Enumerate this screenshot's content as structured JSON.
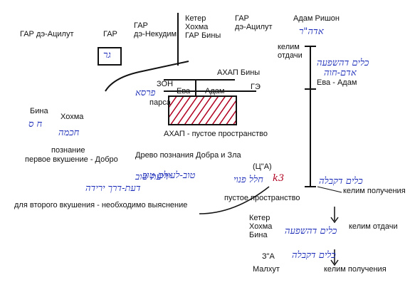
{
  "labels": {
    "gar_atzilut_left": "ГАР дэ-Ацилут",
    "gar_box": "ГАР",
    "gar_nekudim": "ГАР\nдэ-Некудим",
    "keter_hochma_gar_bina": "Кетер\nХохма\nГАР Бины",
    "gar_atzilut_right": "ГАР\nдэ-Ацилут",
    "adam_rishon": "Адам Ришон",
    "kelim_otdachi_top": "келим\nотдачи",
    "zon": "ЗОН",
    "ahap_biny": "АХАП Бины",
    "eva_cell": "Ева",
    "adam_cell": "Адам",
    "ge": "ГЭ",
    "eva_adam": "Ева - Адам",
    "parsa": "парса",
    "ahap_empty": "АХАП - пустое пространство",
    "bina": "Бина",
    "hochma": "Хохма",
    "poznanie": "познание",
    "first_taste": "первое вкушение - Добро",
    "tree": "Древо познания Добра и Зла",
    "tsa": "(Ц\"А)",
    "empty_space": "пустое пространство",
    "kelim_receiving_mid": "келим получения",
    "second_taste": "для второго вкушения - необходимо выяснение",
    "keter_hochma_bina": "Кетер\nХохма\nБина",
    "kelim_otdachi_bottom": "келим отдачи",
    "za": "З\"А",
    "malhut": "Малхут",
    "kelim_receiving_bottom": "келим получения"
  },
  "hebrew": {
    "gar_box_mark": "גר",
    "adam_rishon_mark": "אדה\"ר",
    "kelim_mark": "כלים דהשפעה",
    "adam_hava_mark": "אדם-חוה",
    "tsa_mark": "k3",
    "hali_mark": "חלל פנוי",
    "kelim_receiving_mark": "כלים דקבלה",
    "tov_mark": "טוב-לעולם טוב",
    "daat_mark": "ידיעת טוב",
    "ra_mark": "דעת-דרך ירידה",
    "kelim_bottom_mark": "כלים דהשפעה",
    "kabala_bottom_mark": "כלים דקבלה",
    "bina_mark": "ח ס",
    "hochma_mark": "חכמה",
    "parsa_mark": "פרסא"
  },
  "colors": {
    "ink": "#111111",
    "handwriting": "#1a2bb8",
    "hatch": "#b00020"
  }
}
